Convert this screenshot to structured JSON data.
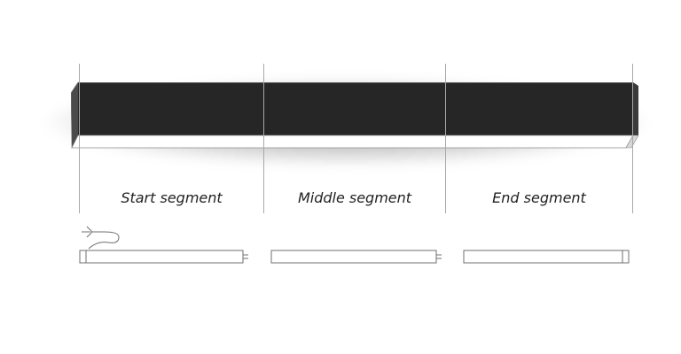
{
  "segments": [
    {
      "label": "Start segment"
    },
    {
      "label": "Middle segment"
    },
    {
      "label": "End segment"
    }
  ],
  "colors": {
    "housing": "#262626",
    "diffuser": "#ffffff",
    "outline": "#6f6f6f",
    "divider": "#a8a8a8",
    "text": "#222222"
  },
  "icons": [
    "power-cable-icon",
    "connector-pins-icon",
    "end-cap-icon"
  ]
}
